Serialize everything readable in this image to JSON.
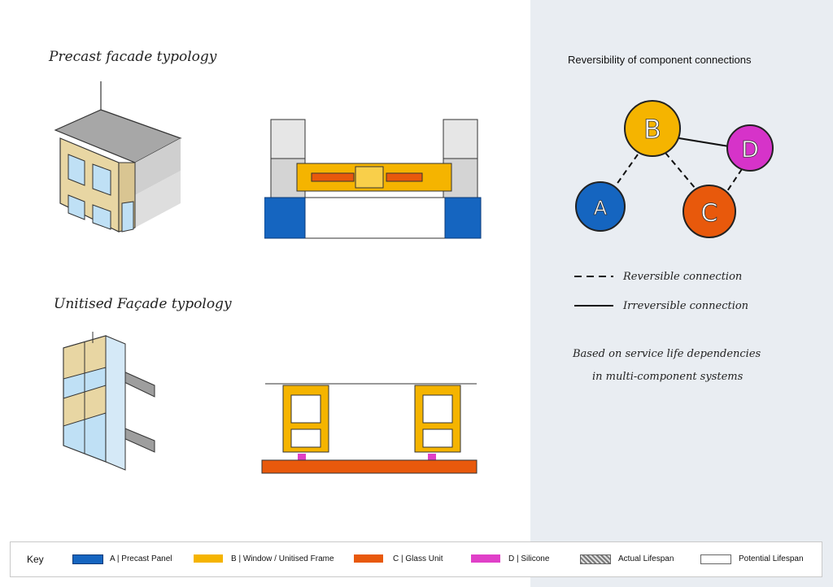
{
  "left": {
    "precast_title": "Precast facade typology",
    "unitised_title": "Unitised Façade typology"
  },
  "right": {
    "title": "Reversibility of component connections",
    "nodes": [
      {
        "label": "A",
        "color": "#1565c0"
      },
      {
        "label": "B",
        "color": "#f5b400"
      },
      {
        "label": "C",
        "color": "#e8590c"
      },
      {
        "label": "D",
        "color": "#d633c9"
      }
    ],
    "legend": {
      "reversible": "Reversible connection",
      "irreversible": "Irreversible connection"
    },
    "note_line1": "Based on service life dependencies",
    "note_line2": "in multi-component systems"
  },
  "key": {
    "title": "Key",
    "items": [
      {
        "label": "A | Precast Panel",
        "color": "#1565c0"
      },
      {
        "label": "B | Window / Unitised Frame",
        "color": "#f5b400"
      },
      {
        "label": "C | Glass Unit",
        "color": "#e8590c"
      },
      {
        "label": "D | Silicone",
        "color": "#e040c8"
      },
      {
        "label": "Actual Lifespan",
        "color": "#999999"
      },
      {
        "label": "Potential Lifespan",
        "color": "#ffffff"
      }
    ]
  }
}
